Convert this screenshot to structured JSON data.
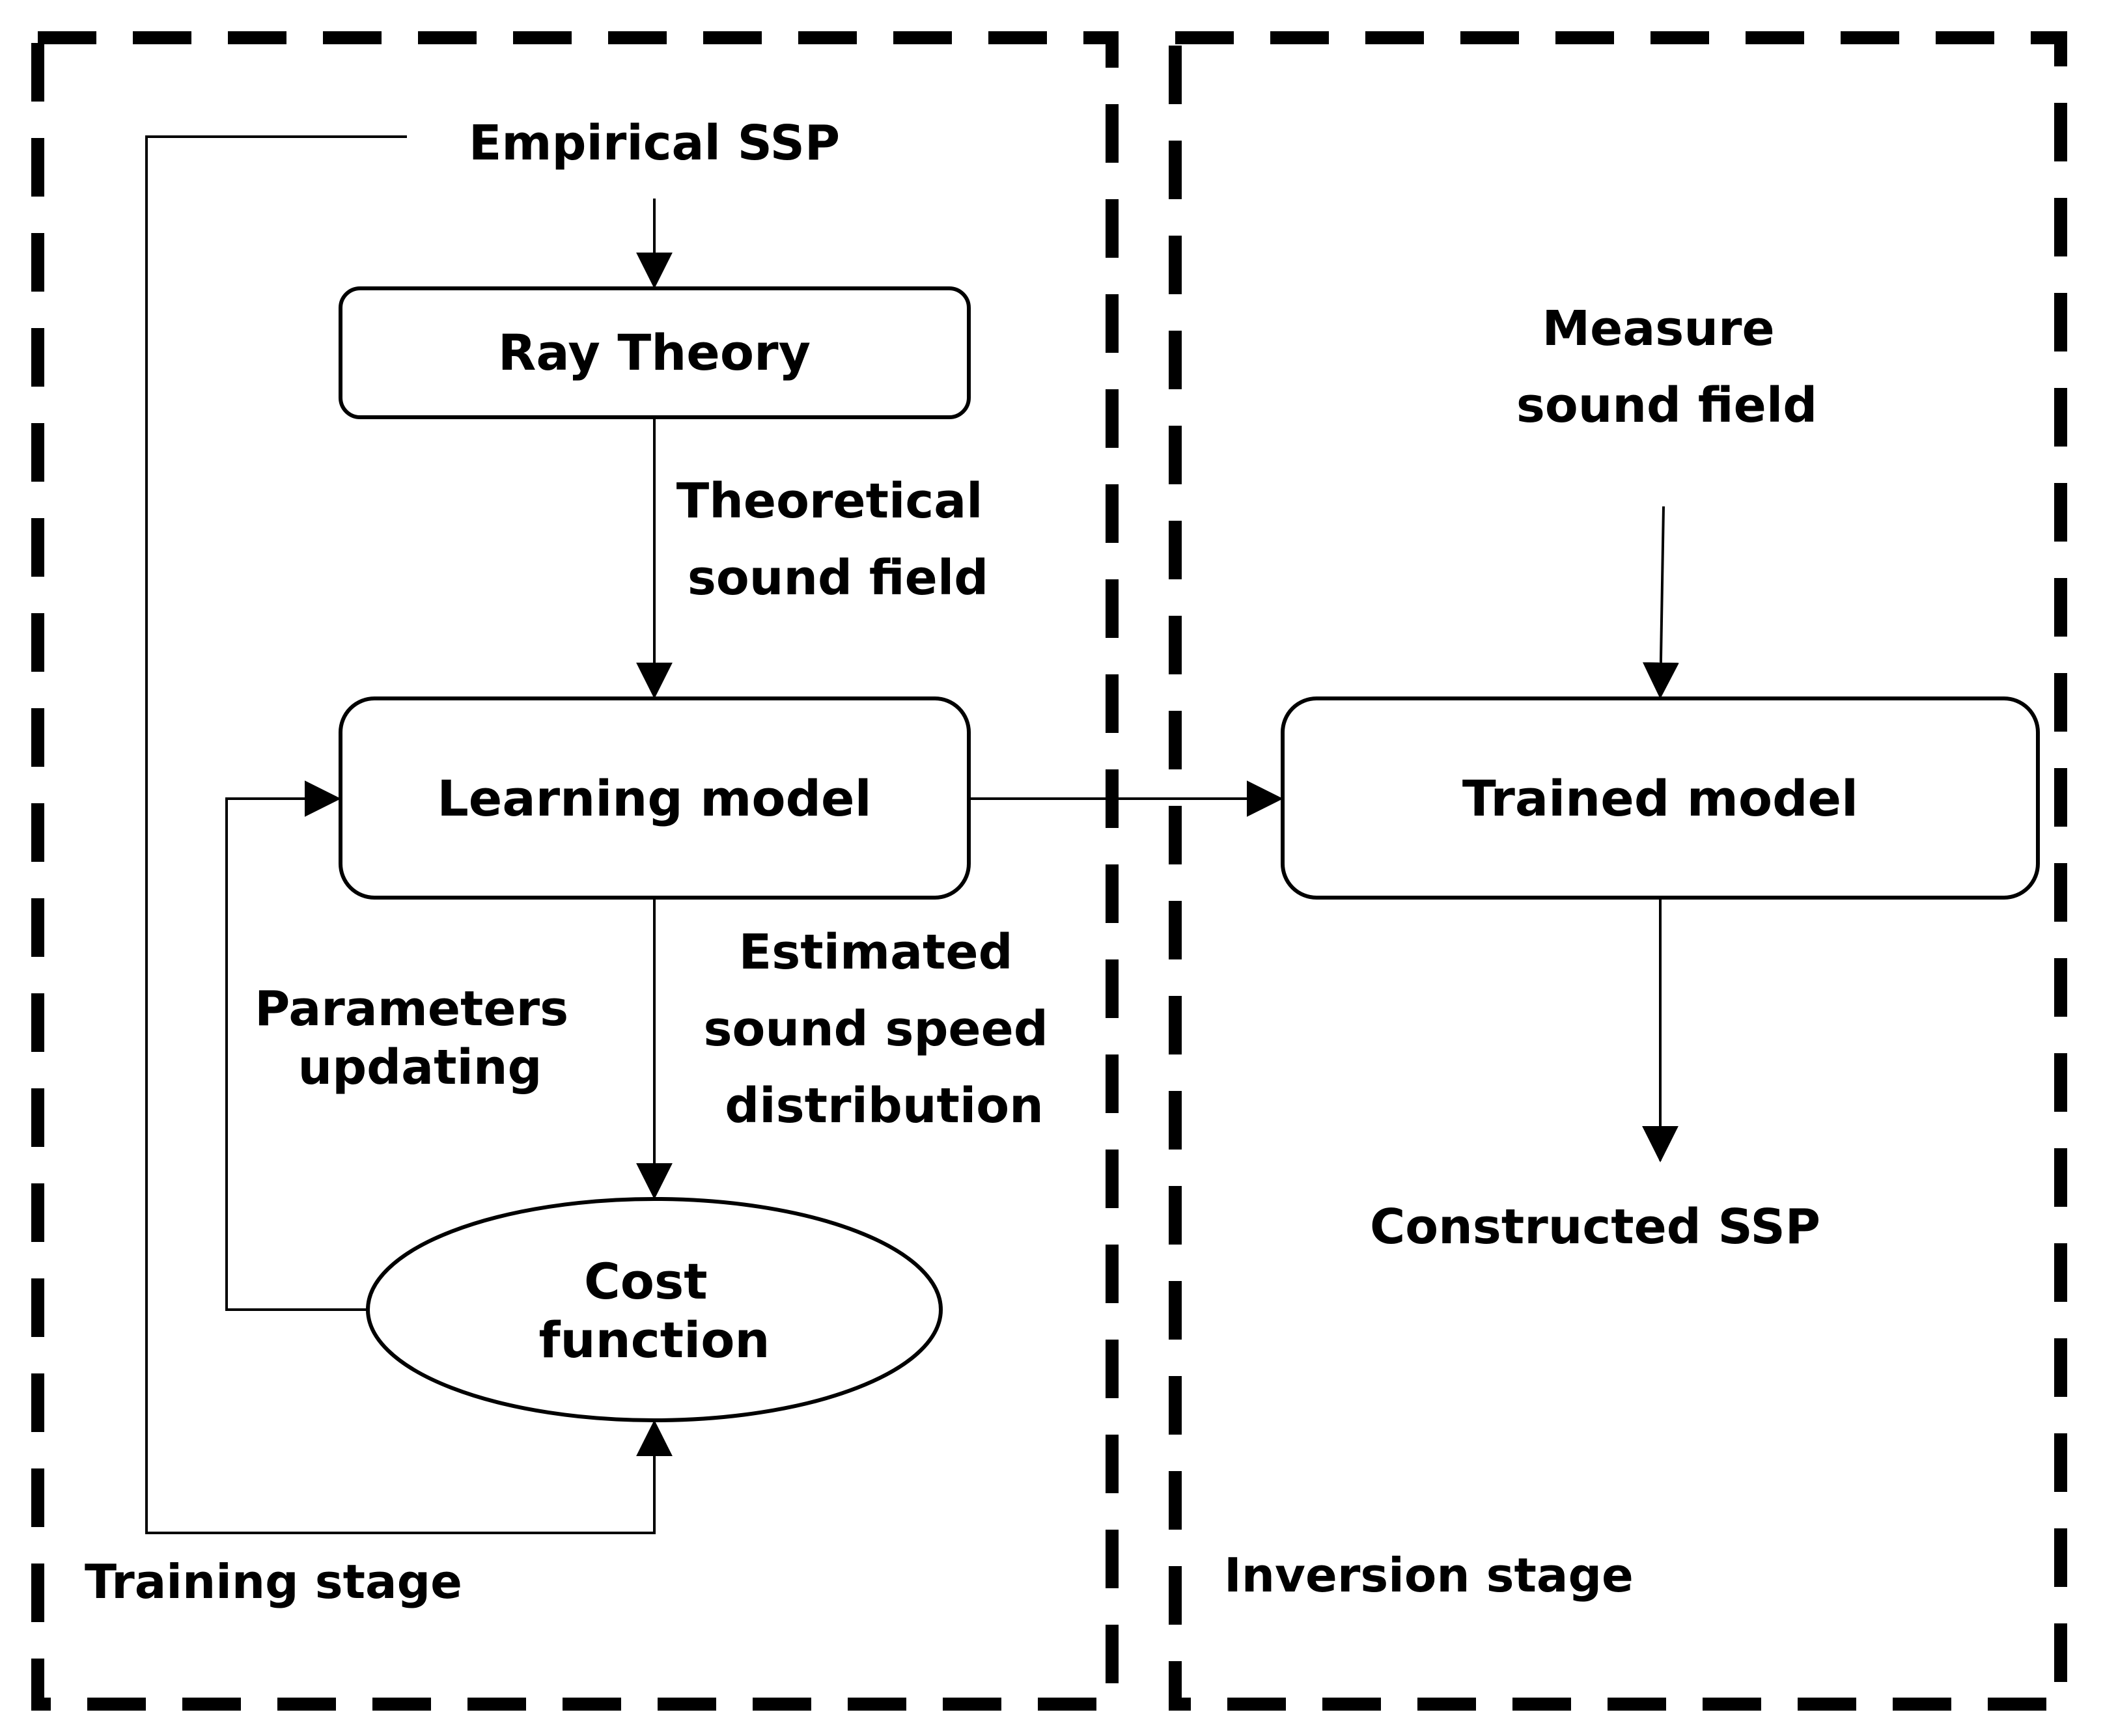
{
  "training_stage": {
    "label": "Training stage",
    "empirical_ssp": "Empirical SSP",
    "ray_theory": "Ray Theory",
    "theoretical_sound_field": [
      "Theoretical",
      "sound field"
    ],
    "learning_model": "Learning model",
    "estimated_distribution": [
      "Estimated",
      "sound speed",
      "distribution"
    ],
    "parameters_updating": [
      "Parameters",
      "updating"
    ],
    "cost_function": [
      "Cost",
      "function"
    ]
  },
  "inversion_stage": {
    "label": "Inversion stage",
    "measure_sound_field": [
      "Measure",
      "sound field"
    ],
    "trained_model": "Trained model",
    "constructed_ssp": "Constructed SSP"
  }
}
